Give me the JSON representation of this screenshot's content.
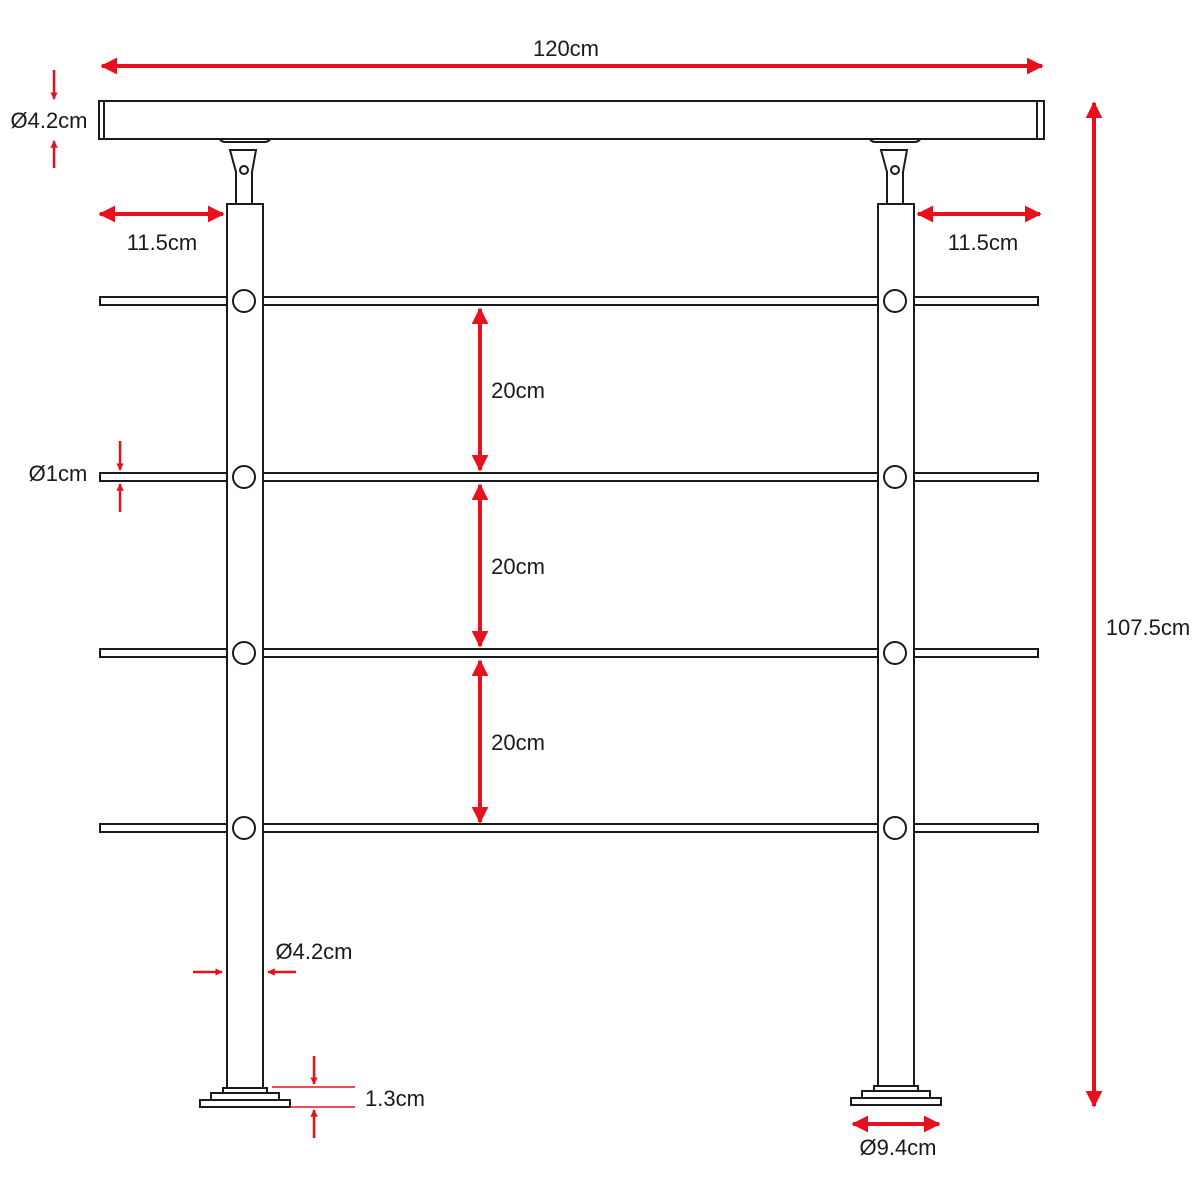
{
  "colors": {
    "dimension_arrows": "#e8101f",
    "outline": "#1a1a1a",
    "background": "#ffffff"
  },
  "dimensions": {
    "total_width": "120cm",
    "handrail_diameter": "Ø4.2cm",
    "post_offset_left": "11.5cm",
    "post_offset_right": "11.5cm",
    "rod_spacing": [
      "20cm",
      "20cm",
      "20cm"
    ],
    "rod_diameter": "Ø1cm",
    "total_height": "107.5cm",
    "post_diameter": "Ø4.2cm",
    "base_plate_thickness": "1.3cm",
    "base_plate_diameter": "Ø9.4cm"
  }
}
